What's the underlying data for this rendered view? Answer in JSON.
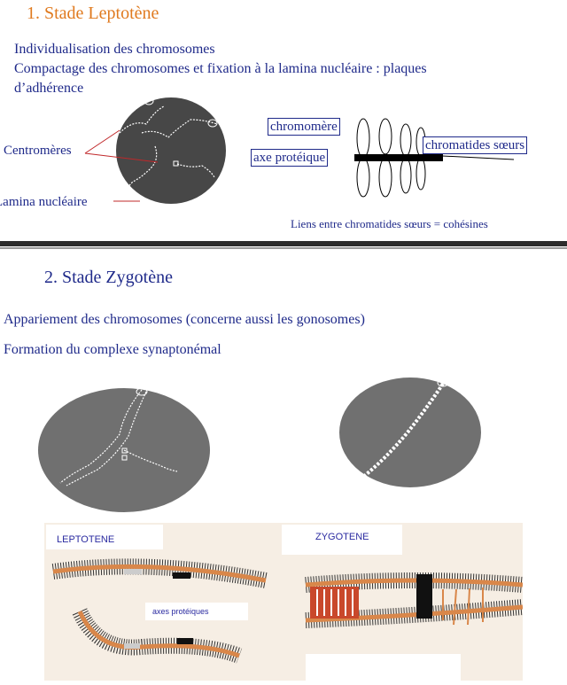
{
  "slide1": {
    "title": "1. Stade Leptotène",
    "line1": "Individualisation des chromosomes",
    "line2": "Compactage des chromosomes et fixation à la lamina nucléaire : plaques",
    "line3": "d’adhérence",
    "label_centromeres": "Centromères",
    "label_lamina": "Lamina nucléaire",
    "label_chromomere": "chromomère",
    "label_axe": "axe protéique",
    "label_chromatides": "chromatides sœurs",
    "caption": "Liens entre chromatides sœurs = cohésines"
  },
  "slide2": {
    "title": "2. Stade Zygotène",
    "line1": "Appariement des chromosomes (concerne aussi les gonosomes)",
    "line2": "Formation du complexe synaptonémal",
    "leptotene_label": "LEPTOTENE",
    "zygotene_label": "ZYGOTENE",
    "axes_label": "axes protéiques"
  },
  "colors": {
    "title_orange": "#e07a1f",
    "text_blue": "#1f2a8a",
    "nucleus_dark": "#474747",
    "nucleus_mid": "#707070",
    "axis_orange": "#d9874a"
  }
}
